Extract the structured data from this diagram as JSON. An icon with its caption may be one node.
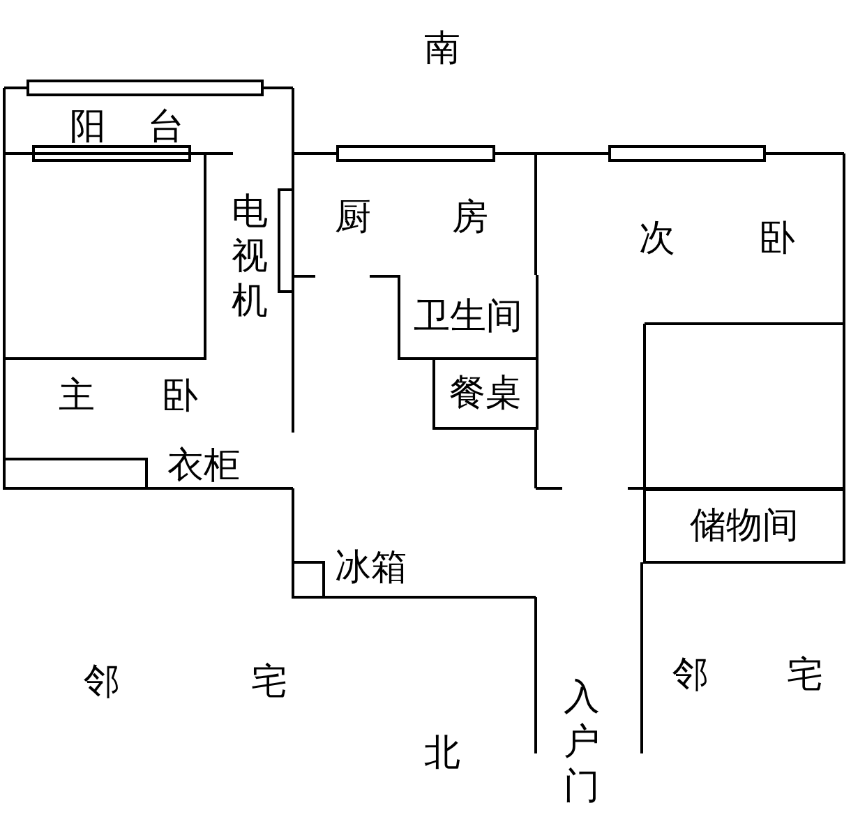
{
  "diagram": {
    "nodes": [
      {
        "text": [
          "卫生间"
        ]
      },
      {
        "text": [
          "餐桌"
        ]
      },
      {
        "text": [
          "储物间"
        ]
      }
    ],
    "labels": [
      "南",
      "阳台",
      "电视机",
      "厨房",
      "次卧",
      "主卧",
      "衣柜",
      "冰箱",
      "邻宅",
      "邻宅",
      "北",
      "入户门"
    ]
  }
}
